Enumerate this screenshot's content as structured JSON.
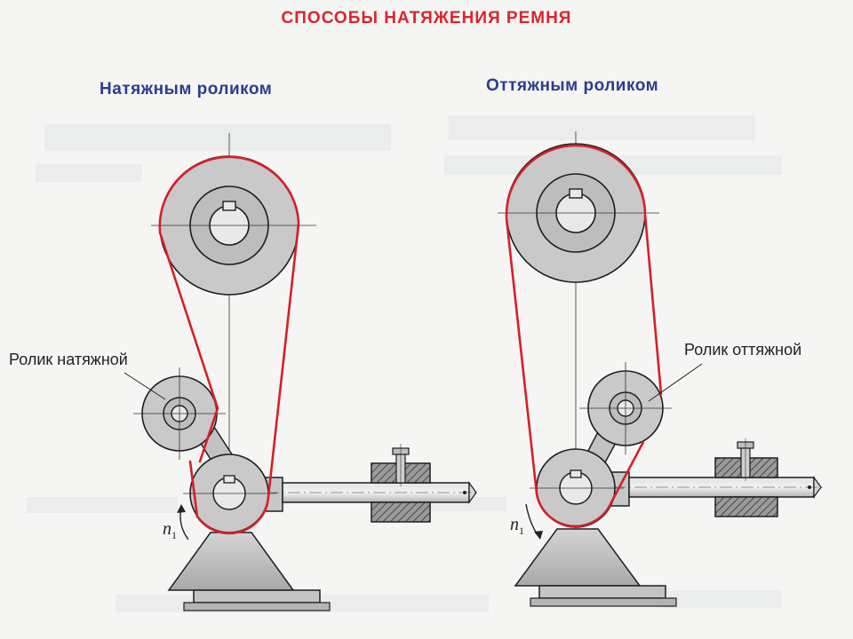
{
  "title": "СПОСОБЫ НАТЯЖЕНИЯ РЕМНЯ",
  "left_panel": {
    "heading": "Натяжным роликом",
    "roller_label": "Ролик натяжной",
    "speed_symbol": "n",
    "speed_index": "1"
  },
  "right_panel": {
    "heading": "Оттяжным роликом",
    "roller_label": "Ролик оттяжной",
    "speed_symbol": "n",
    "speed_index": "1"
  },
  "colors": {
    "title": "#d8262e",
    "heading": "#2a3d8f",
    "belt": "#d42027",
    "pulley_fill": "#c9c9c9",
    "hub_fill": "#bdbdbd",
    "outline": "#1e1e1e"
  },
  "icons": [
    "rotation-arrow-icon",
    "keyway-icon",
    "hatched-bearing-icon"
  ]
}
